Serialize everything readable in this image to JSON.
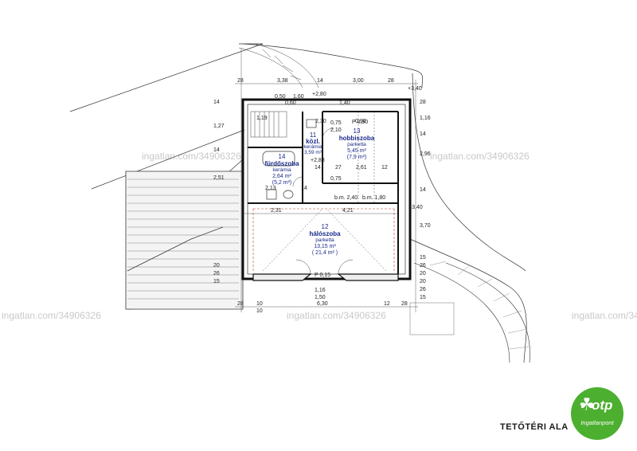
{
  "watermark": "ingatlan.com/34906326",
  "title": "TETŐTÉRI ALA",
  "logo": {
    "name": "otp",
    "subtitle": "Ingatlanpont",
    "color": "#4caf2f"
  },
  "rooms": [
    {
      "number": "11",
      "name": "közl.",
      "floor": "kerámia"
    },
    {
      "number": "13",
      "name": "hobbiszoba",
      "floor": "parketta",
      "area": "5,45 m²",
      "area2": "(7,9 m²)"
    },
    {
      "number": "14",
      "name": "fürdőszoba",
      "floor": "kerámia",
      "area": "2,64 m²",
      "area2": "(5,2 m²)"
    },
    {
      "number": "12",
      "name": "hálószoba",
      "floor": "parketta",
      "area": "13,15 m²",
      "area2": "( 21,4 m² )"
    }
  ],
  "extra_labels": {
    "corridor_area": "3,59 m²",
    "door_p": "P 0,90",
    "bottom_p": "P 0,15"
  },
  "levels": {
    "top_left": "+2,80",
    "top_right": "+3,40",
    "mid": "+2,83",
    "right": "+3,40"
  },
  "dims_top": [
    "28",
    "3,38",
    "14",
    "3,00",
    "28"
  ],
  "dims_bottom": [
    "28",
    "10",
    "6,30",
    "12",
    "28"
  ],
  "dims_inner": [
    "2,31",
    "4,21",
    "27",
    "2,61",
    "12",
    "14",
    "14",
    "2,13",
    "0,75",
    "2,10",
    "0,75",
    "0,90",
    "0,60",
    "1,40",
    "1,60",
    "0,50",
    "2,30"
  ],
  "dims_left": [
    "14",
    "1,27",
    "14",
    "2,51",
    "20",
    "26",
    "15",
    "10"
  ],
  "dims_right": [
    "28",
    "1,16",
    "14",
    "2,96",
    "14",
    "3,70",
    "15",
    "26",
    "20",
    "20",
    "26",
    "15",
    "1,50",
    "1,16"
  ],
  "small_labels": [
    "b.m. 2,40",
    "b.m. 1,80",
    "14",
    "1,19"
  ]
}
